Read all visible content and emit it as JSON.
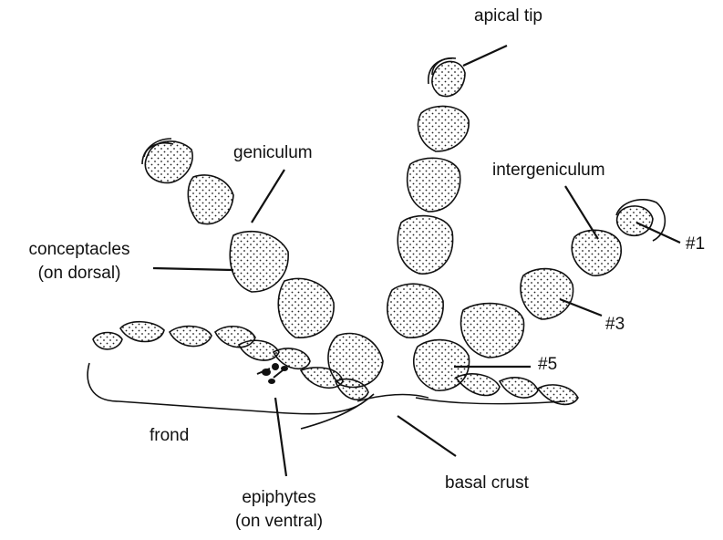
{
  "labels": {
    "apical_tip": "apical tip",
    "geniculum": "geniculum",
    "intergeniculum": "intergeniculum",
    "conceptacles": "conceptacles",
    "conceptacles_note": "(on dorsal)",
    "seg1": "#1",
    "seg3": "#3",
    "seg5": "#5",
    "frond": "frond",
    "epiphytes": "epiphytes",
    "epiphytes_note": "(on ventral)",
    "basal_crust": "basal crust"
  },
  "colors": {
    "ink": "#111111",
    "segment_fill": "#ffffff",
    "stipple": "#222222"
  }
}
